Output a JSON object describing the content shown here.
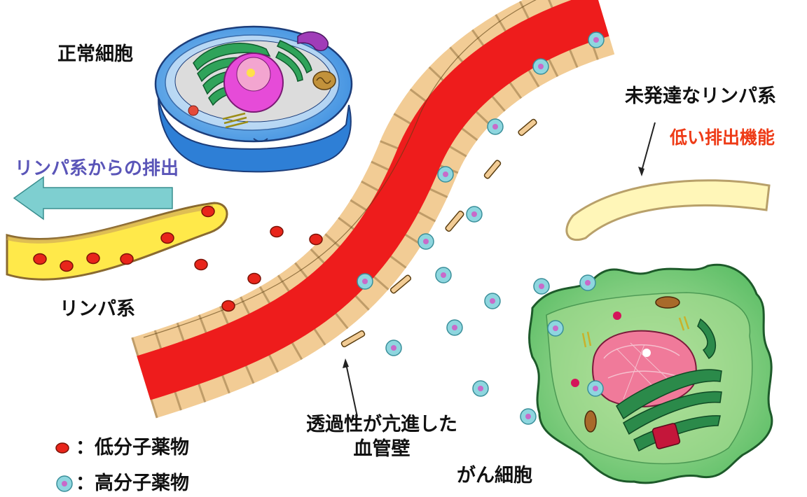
{
  "labels": {
    "normal_cell": "正常細胞",
    "lymph_outflow": "リンパ系からの排出",
    "lymph": "リンパ系",
    "immature_lymph": "未発達なリンパ系",
    "low_drainage": "低い排出機能",
    "vessel_wall_line1": "透過性が亢進した",
    "vessel_wall_line2": "血管壁",
    "cancer_cell": "がん細胞"
  },
  "legend": {
    "low_mw": "：低分子薬物",
    "high_mw": "：高分子薬物"
  },
  "colors": {
    "low_mw_drug": "#e8251b",
    "high_mw_drug": "#8ed6df",
    "high_mw_core": "#c86ac9",
    "blood": "#ee1c1c",
    "lymph_fill": "#ffe94a",
    "immature_lymph_fill": "#fff6b8",
    "vessel_wall": "#f2cc95",
    "arrow": "#7ecfd0",
    "lymph_label": "#5a55b8",
    "drainage_label": "#ee3b17"
  }
}
